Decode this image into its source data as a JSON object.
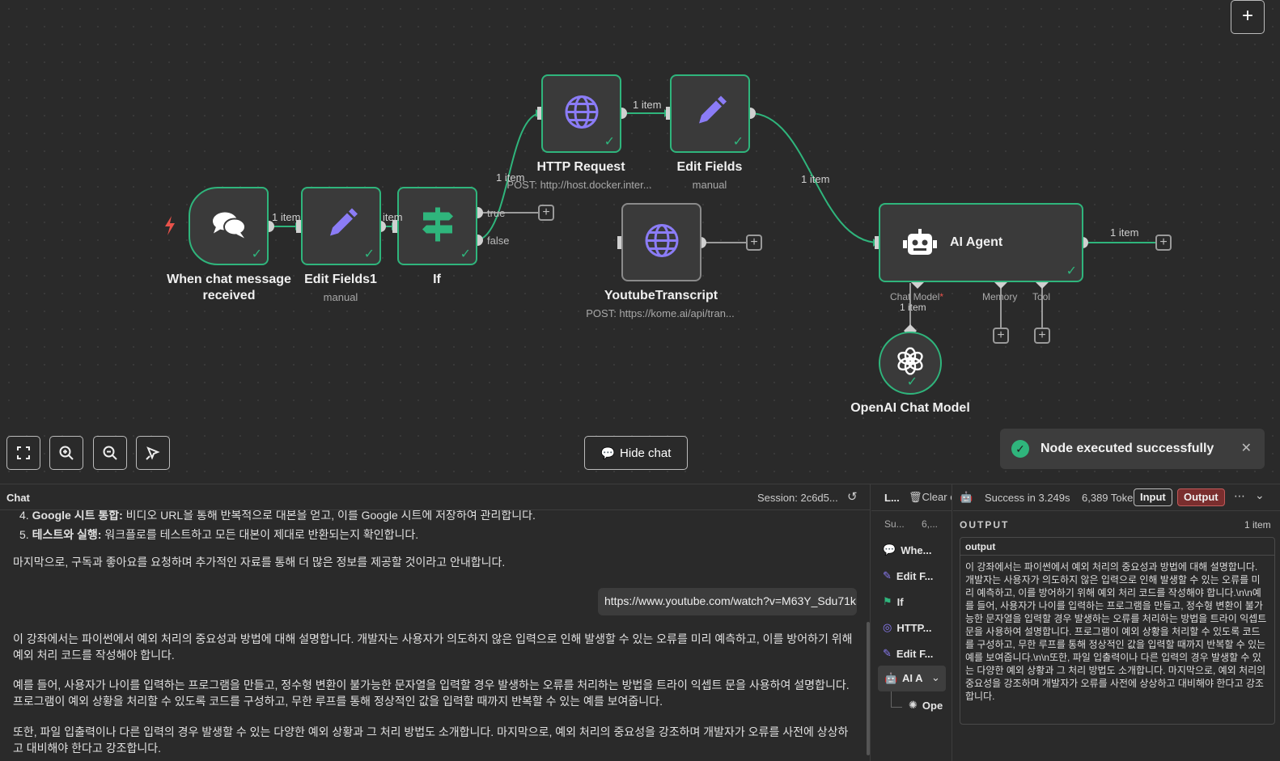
{
  "canvas": {
    "nodes": {
      "trigger": {
        "label": "When chat message received",
        "label_line1": "When chat message",
        "label_line2": "received"
      },
      "edit_fields1": {
        "label": "Edit Fields1",
        "sub": "manual"
      },
      "if": {
        "label": "If",
        "true_label": "true",
        "false_label": "false"
      },
      "http": {
        "label": "HTTP Request",
        "sub": "POST: http://host.docker.inter..."
      },
      "edit_fields": {
        "label": "Edit Fields",
        "sub": "manual"
      },
      "youtube": {
        "label": "YoutubeTranscript",
        "sub": "POST: https://kome.ai/api/tran..."
      },
      "agent": {
        "label": "AI Agent",
        "chat_model": "Chat Model",
        "required": "*",
        "memory": "Memory",
        "tool": "Tool"
      },
      "openai": {
        "label": "OpenAI Chat Model"
      }
    },
    "edge_labels": {
      "e1": "1 item",
      "e2": "item",
      "e3": "1 item",
      "e4": "1 item",
      "e5": "1 item",
      "e6": "1 item",
      "e7": "1 item"
    },
    "hide_chat": "Hide chat",
    "toast": "Node executed successfully"
  },
  "chat": {
    "title": "Chat",
    "session": "Session: 2c6d5...",
    "list_items": [
      {
        "num": "4.",
        "bold": "Google 시트 통합:",
        "text": " 비디오 URL을 통해 반복적으로 대본을 얻고, 이를 Google 시트에 저장하여 관리합니다."
      },
      {
        "num": "5.",
        "bold": "테스트와 실행:",
        "text": " 워크플로를 테스트하고 모든 대본이 제대로 반환되는지 확인합니다."
      }
    ],
    "closing": "마지막으로, 구독과 좋아요를 요청하며 추가적인 자료를 통해 더 많은 정보를 제공할 것이라고 안내합니다.",
    "user_message": "https://www.youtube.com/watch?v=M63Y_Sdu71k",
    "bot_p1": "이 강좌에서는 파이썬에서 예외 처리의 중요성과 방법에 대해 설명합니다. 개발자는 사용자가 의도하지 않은 입력으로 인해 발생할 수 있는 오류를 미리 예측하고, 이를 방어하기 위해 예외 처리 코드를 작성해야 합니다.",
    "bot_p2": "예를 들어, 사용자가 나이를 입력하는 프로그램을 만들고, 정수형 변환이 불가능한 문자열을 입력할 경우 발생하는 오류를 처리하는 방법을 트라이 익셉트 문을 사용하여 설명합니다. 프로그램이 예외 상황을 처리할 수 있도록 코드를 구성하고, 무한 루프를 통해 정상적인 값을 입력할 때까지 반복할 수 있는 예를 보여줍니다.",
    "bot_p3": "또한, 파일 입출력이나 다른 입력의 경우 발생할 수 있는 다양한 예외 상황과 그 처리 방법도 소개합니다. 마지막으로, 예외 처리의 중요성을 강조하며 개발자가 오류를 사전에 상상하고 대비해야 한다고 강조합니다."
  },
  "logs": {
    "header_l": "L...",
    "clear": "Clear e",
    "col1": "Su...",
    "col2": "6,...",
    "items": [
      "Whe...",
      "Edit F...",
      "If",
      "HTTP...",
      "Edit F...",
      "AI A",
      "Ope"
    ]
  },
  "output": {
    "status": "Success in 3.249s",
    "tokens": "6,389 Toke",
    "input_btn": "Input",
    "output_btn": "Output",
    "section": "OUTPUT",
    "count": "1 item",
    "field": "output",
    "value": "이 강좌에서는 파이썬에서 예외 처리의 중요성과 방법에 대해 설명합니다. 개발자는 사용자가 의도하지 않은 입력으로 인해 발생할 수 있는 오류를 미리 예측하고, 이를 방어하기 위해 예외 처리 코드를 작성해야 합니다.\\n\\n예를 들어, 사용자가 나이를 입력하는 프로그램을 만들고, 정수형 변환이 불가능한 문자열을 입력할 경우 발생하는 오류를 처리하는 방법을 트라이 익셉트 문을 사용하여 설명합니다. 프로그램이 예외 상황을 처리할 수 있도록 코드를 구성하고, 무한 루프를 통해 정상적인 값을 입력할 때까지 반복할 수 있는 예를 보여줍니다.\\n\\n또한, 파일 입출력이나 다른 입력의 경우 발생할 수 있는 다양한 예외 상황과 그 처리 방법도 소개합니다. 마지막으로, 예외 처리의 중요성을 강조하며 개발자가 오류를 사전에 상상하고 대비해야 한다고 강조합니다."
  },
  "colors": {
    "success": "#2fb57c",
    "accent": "#8b7cf6",
    "output_btn": "#7a2e2e"
  }
}
